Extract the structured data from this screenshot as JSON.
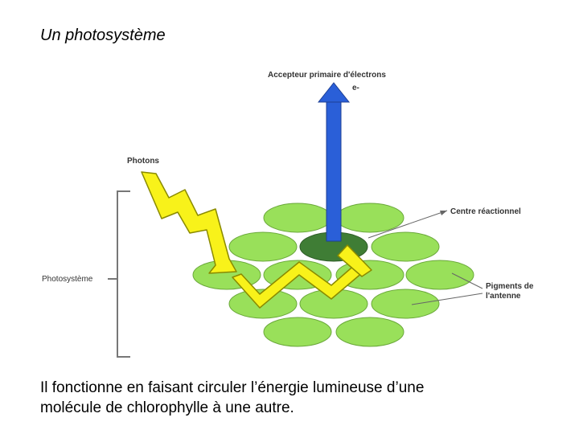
{
  "slide": {
    "title": "Un photosystème",
    "caption_line1": "Il fonctionne en faisant circuler l’énergie lumineuse d’une",
    "caption_line2": "molécule de chlorophylle à une autre."
  },
  "diagram": {
    "acceptor_label": "Accepteur primaire d'électrons",
    "electron_label": "e-",
    "photons_label": "Photons",
    "reaction_center_label": "Centre réactionnel",
    "antenna_label_line1": "Pigments de",
    "antenna_label_line2": "l'antenne",
    "photosystem_label": "Photosystème"
  },
  "colors": {
    "chlorophyll": "#99e05a",
    "chlorophyll_stroke": "#6aa83a",
    "reaction_center": "#3f7d35",
    "arrow_blue": "#2a5fd8",
    "energy_yellow": "#f8f21a",
    "energy_stroke": "#8a8a00"
  }
}
